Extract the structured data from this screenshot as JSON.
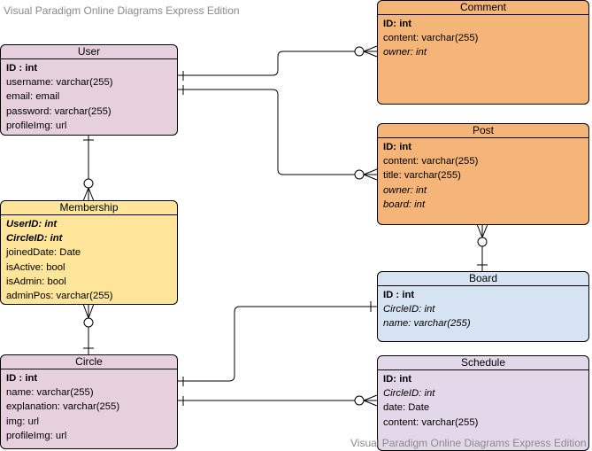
{
  "watermark": "Visual Paradigm Online Diagrams Express Edition",
  "entities": {
    "user": {
      "name": "User",
      "attrs": [
        "ID : int",
        "username: varchar(255)",
        "email: email",
        "password: varchar(255)",
        "profileImg: url"
      ]
    },
    "comment": {
      "name": "Comment",
      "attrs": [
        "ID: int",
        "content: varchar(255)",
        "owner: int"
      ]
    },
    "post": {
      "name": "Post",
      "attrs": [
        "ID: int",
        "content: varchar(255)",
        "title: varchar(255)",
        "owner: int",
        "board: int"
      ]
    },
    "membership": {
      "name": "Membership",
      "attrs": [
        "UserID: int",
        "CircleID: int",
        "joinedDate: Date",
        "isActive: bool",
        "isAdmin: bool",
        "adminPos: varchar(255)"
      ]
    },
    "board": {
      "name": "Board",
      "attrs": [
        "ID : int",
        "CircleID: int",
        "name: varchar(255)"
      ]
    },
    "circle": {
      "name": "Circle",
      "attrs": [
        "ID : int",
        "name: varchar(255)",
        "explanation: varchar(255)",
        "img: url",
        "profileImg: url"
      ]
    },
    "schedule": {
      "name": "Schedule",
      "attrs": [
        "ID: int",
        "CircleID: int",
        "date: Date",
        "content: varchar(255)"
      ]
    }
  },
  "relationships": [
    {
      "from": "User",
      "to": "Comment",
      "from_cardinality": "one",
      "to_cardinality": "zero-or-many"
    },
    {
      "from": "User",
      "to": "Post",
      "from_cardinality": "one",
      "to_cardinality": "zero-or-many"
    },
    {
      "from": "User",
      "to": "Membership",
      "from_cardinality": "one",
      "to_cardinality": "zero-or-many"
    },
    {
      "from": "Circle",
      "to": "Membership",
      "from_cardinality": "one",
      "to_cardinality": "zero-or-many"
    },
    {
      "from": "Board",
      "to": "Post",
      "from_cardinality": "one",
      "to_cardinality": "zero-or-many"
    },
    {
      "from": "Circle",
      "to": "Board",
      "from_cardinality": "one",
      "to_cardinality": "one"
    },
    {
      "from": "Circle",
      "to": "Schedule",
      "from_cardinality": "one",
      "to_cardinality": "zero-or-many"
    }
  ]
}
